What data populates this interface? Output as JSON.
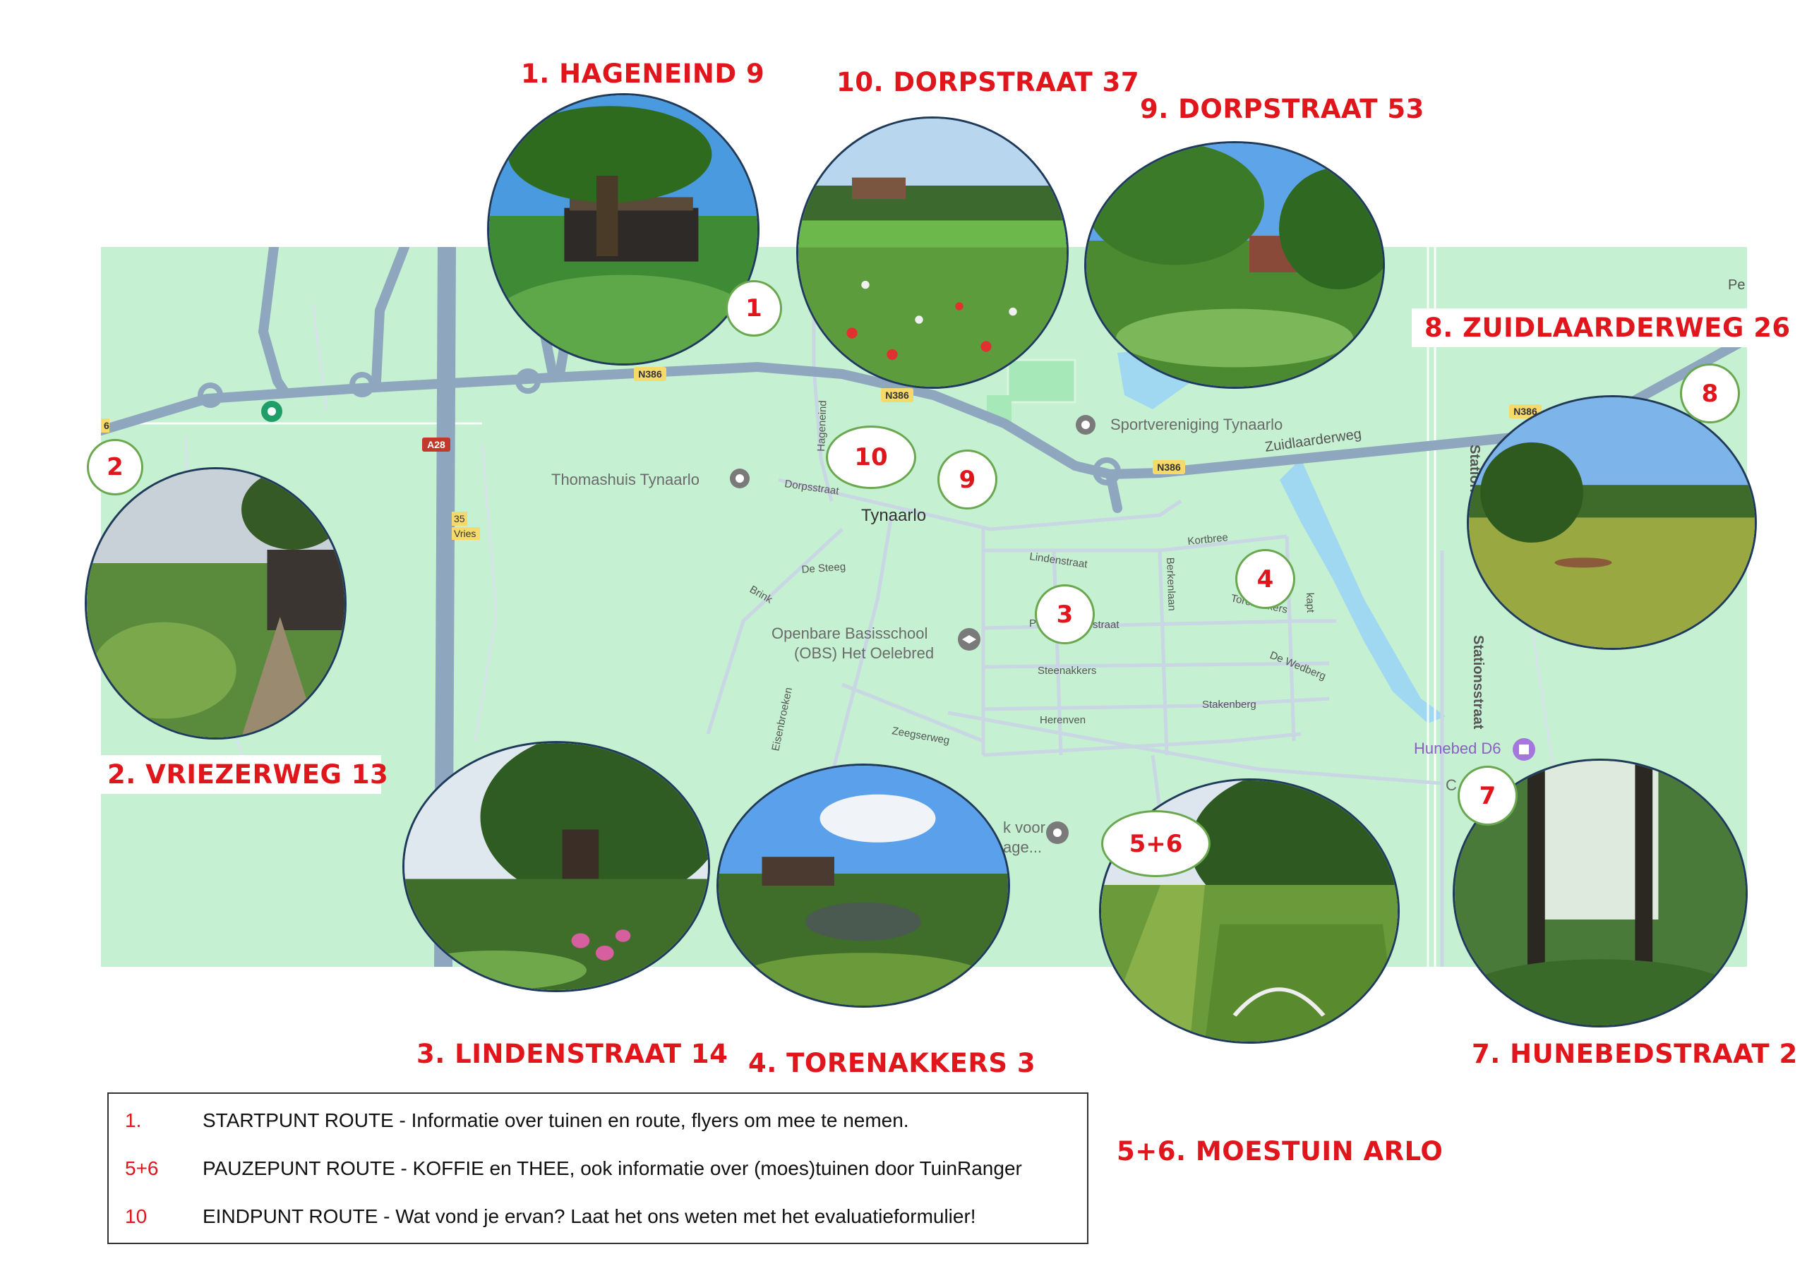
{
  "map": {
    "town": "Tynaarlo",
    "road_labels": {
      "n386_a": "N386",
      "n386_b": "N386",
      "n386_c": "N386",
      "n386_d": "N386",
      "a28": "A28",
      "n6": "6",
      "marker35": "35",
      "vries": "Vries",
      "pe": "Pe"
    },
    "streets": {
      "hageneind": "Hageneind",
      "dorpsstraat": "Dorpsstraat",
      "de_steeg": "De Steeg",
      "brink": "Brink",
      "lindenstraat": "Lindenstraat",
      "kortbree": "Kortbree",
      "berkenlaan": "Berkenlaan",
      "torenakkers": "Torenakkers",
      "lindenstraat2": "P",
      "straat": "straat",
      "steenakkers": "Steenakkers",
      "herenven": "Herenven",
      "stakenberg": "Stakenberg",
      "de_wedberg": "De Wedberg",
      "zeegserweg": "Zeegserweg",
      "eisenbroeken": "Eisenbroeken",
      "zuidlaarderweg": "Zuidlaarderweg",
      "stationsstraat_top": "Station",
      "stationsstraat": "Stationsstraat",
      "kapt": "kapt"
    },
    "pois": {
      "thomashuis": "Thomashuis Tynaarlo",
      "sportvereniging": "Sportvereniging Tynaarlo",
      "obs_line1": "Openbare Basisschool",
      "obs_line2": "(OBS) Het Oelebred",
      "hunebed": "Hunebed D6",
      "partial_c": "C",
      "partial_kvoor": "k voor",
      "partial_age": "age..."
    },
    "colors": {
      "land": "#c5f0d2",
      "road": "#8fa6bf",
      "water": "#9fd8f0",
      "accent": "#e0161c"
    }
  },
  "markers": {
    "m1": "1",
    "m2": "2",
    "m3": "3",
    "m4": "4",
    "m56": "5+6",
    "m7": "7",
    "m8": "8",
    "m9": "9",
    "m10": "10"
  },
  "titles": {
    "t1": "1. HAGENEIND 9",
    "t10": "10. DORPSTRAAT 37",
    "t9": "9. DORPSTRAAT 53",
    "t8": "8. ZUIDLAARDERWEG 26",
    "t2": "2. VRIEZERWEG  13",
    "t3": "3. LINDENSTRAAT 14",
    "t4": "4. TORENAKKERS 3",
    "t56": "5+6. MOESTUIN ARLO",
    "t7": "7. HUNEBEDSTRAAT 2"
  },
  "legend": [
    {
      "num": "1.",
      "text": "STARTPUNT ROUTE   - Informatie over tuinen en route, flyers om mee te nemen."
    },
    {
      "num": "5+6",
      "text": "PAUZEPUNT ROUTE - KOFFIE en THEE,  ook informatie over (moes)tuinen door TuinRanger"
    },
    {
      "num": "10",
      "text": "EINDPUNT ROUTE     - Wat vond je ervan? Laat het ons weten met het evaluatieformulier!"
    }
  ]
}
